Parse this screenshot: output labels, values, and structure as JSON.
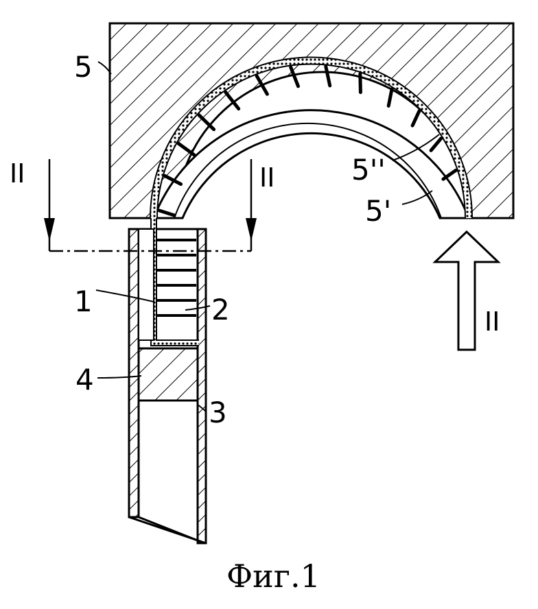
{
  "figure": {
    "caption": "Фиг.1",
    "labels": {
      "ref_1": "1",
      "ref_2": "2",
      "ref_3": "3",
      "ref_4": "4",
      "ref_5": "5",
      "ref_5_double_prime": "5''",
      "ref_5_prime": "5'",
      "section_left_a": "II",
      "section_left_b": "II",
      "arrow_right": "II"
    }
  }
}
